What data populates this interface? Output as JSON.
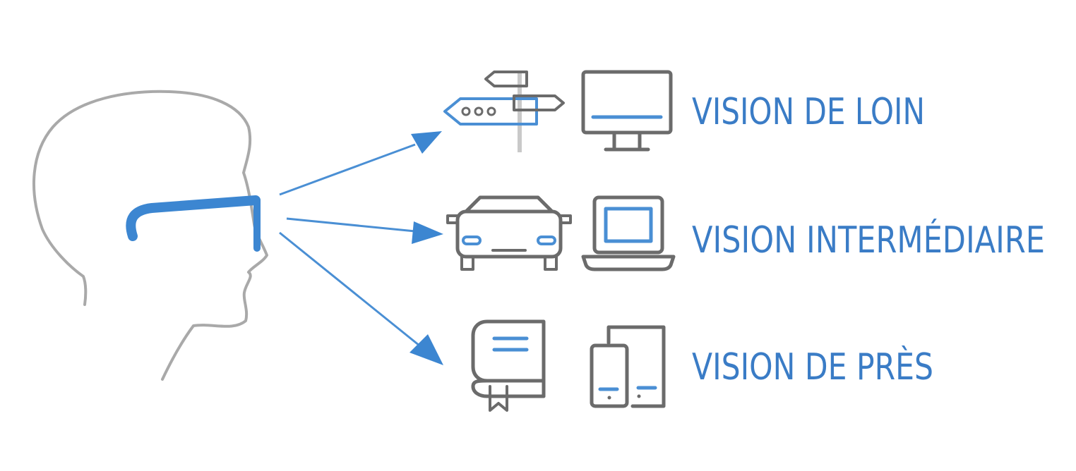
{
  "colors": {
    "accent": "#3a7cc6",
    "icon_gray": "#6b6b6b",
    "icon_blue": "#4a8fd4",
    "head_outline": "#a9a9a9",
    "glasses": "#3c86d1"
  },
  "rows": [
    {
      "label": "VISION DE LOIN",
      "icons": [
        "signpost-icon",
        "monitor-icon"
      ]
    },
    {
      "label": "VISION INTERMÉDIAIRE",
      "icons": [
        "car-icon",
        "laptop-icon"
      ]
    },
    {
      "label": "VISION DE PRÈS",
      "icons": [
        "book-icon",
        "phone-tablet-icon"
      ]
    }
  ]
}
